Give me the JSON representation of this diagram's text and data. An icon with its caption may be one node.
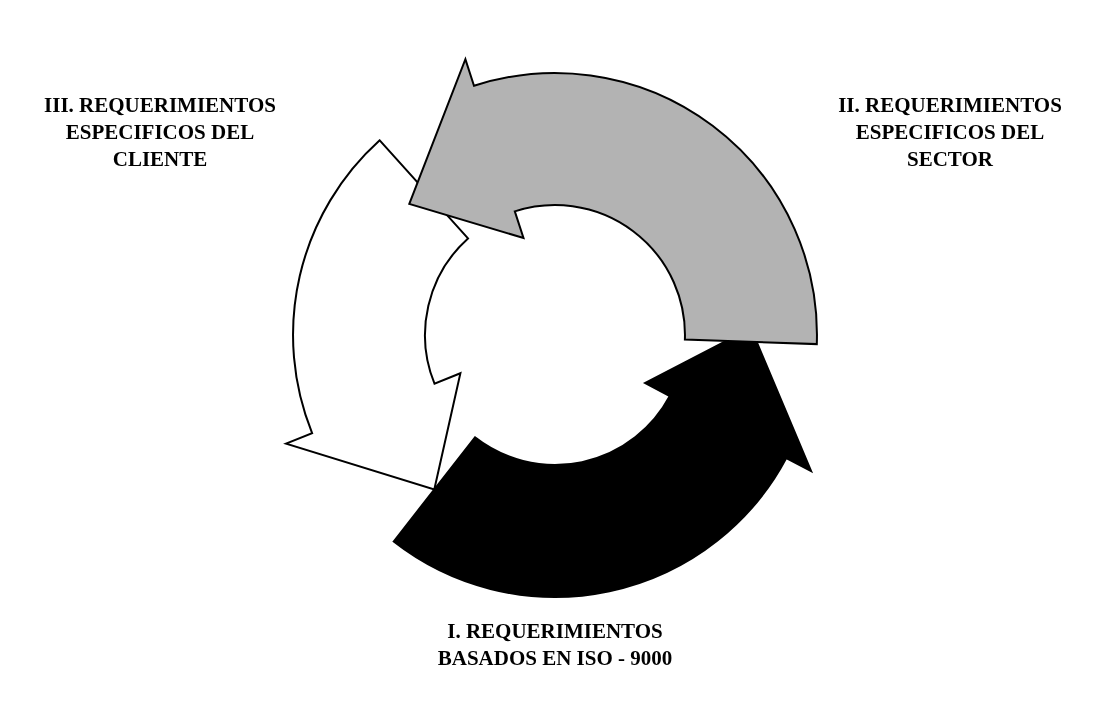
{
  "diagram": {
    "labels": [
      "III. REQUERIMIENTOS ESPECIFICOS DEL CLIENTE",
      "II. REQUERIMIENTOS ESPECIFICOS DEL SECTOR",
      "I. REQUERIMIENTOS BASADOS EN ISO - 9000"
    ]
  }
}
